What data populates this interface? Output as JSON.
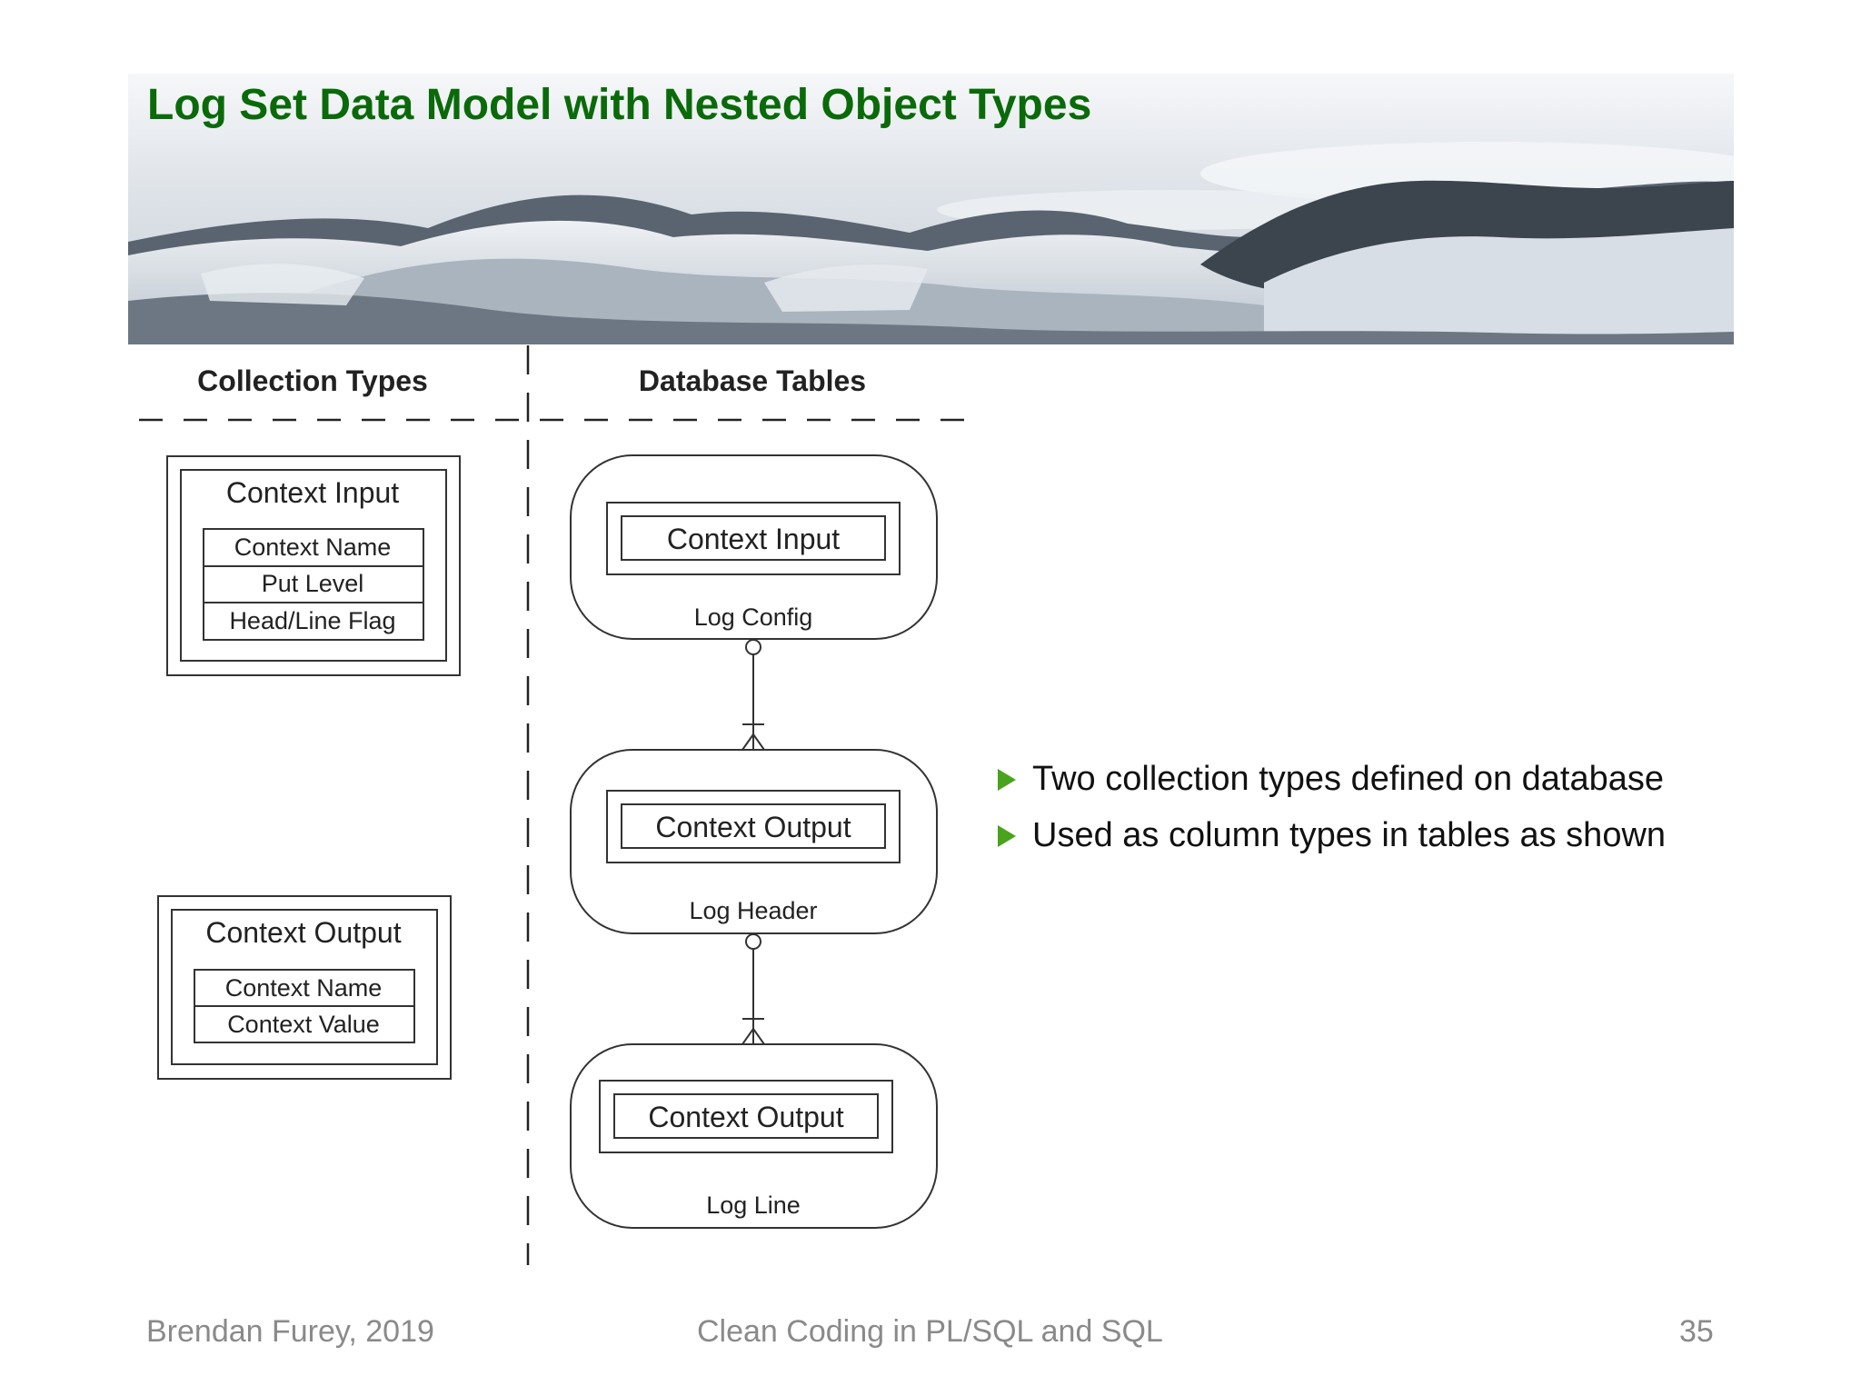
{
  "slide": {
    "title": "Log Set Data Model with Nested Object Types"
  },
  "diagram": {
    "left_column_header": "Collection Types",
    "right_column_header": "Database Tables",
    "collection_types": [
      {
        "name": "Context Input",
        "fields": [
          "Context Name",
          "Put Level",
          "Head/Line Flag"
        ]
      },
      {
        "name": "Context Output",
        "fields": [
          "Context Name",
          "Context Value"
        ]
      }
    ],
    "tables": [
      {
        "name": "Log Config",
        "column_type": "Context Input"
      },
      {
        "name": "Log Header",
        "column_type": "Context Output"
      },
      {
        "name": "Log Line",
        "column_type": "Context Output"
      }
    ]
  },
  "bullets": [
    "Two collection types defined on database",
    "Used as column types in tables as shown"
  ],
  "footer": {
    "author": "Brendan Furey, 2019",
    "course": "Clean Coding in PL/SQL and SQL",
    "page": "35"
  },
  "colors": {
    "title": "#0a6a0a",
    "bullet": "#4aa31c",
    "footer": "#8a8a8a"
  }
}
